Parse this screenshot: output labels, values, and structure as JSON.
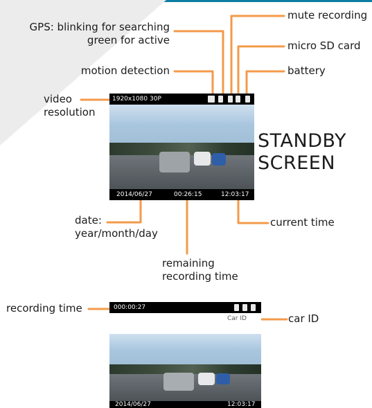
{
  "labels": {
    "gps_line1": "GPS: blinking for searching",
    "gps_line2": "green for active",
    "mute": "mute recording",
    "sd": "micro SD card",
    "motion": "motion detection",
    "battery": "battery",
    "video_res_line1": "video",
    "video_res_line2": "resolution",
    "standby_line1": "STANDBY",
    "standby_line2": "SCREEN",
    "date_line1": "date:",
    "date_line2": "year/month/day",
    "current_time": "current time",
    "remaining_line1": "remaining",
    "remaining_line2": "recording time",
    "recording_time": "recording time",
    "car_id": "car ID"
  },
  "standby_screen": {
    "resolution": "1920x1080 30P",
    "date": "2014/06/27",
    "remaining": "00:26:15",
    "time": "12:03:17",
    "icons": [
      "motion-icon",
      "gps-icon",
      "mute-icon",
      "sd-card-icon",
      "battery-icon"
    ]
  },
  "recording_screen": {
    "elapsed": "000:00:27",
    "car_id": "Car ID",
    "date": "2014/06/27",
    "time": "12:03:17",
    "icons": [
      "mute-icon",
      "sd-card-icon",
      "battery-icon"
    ]
  },
  "colors": {
    "leader": "#f39a4a",
    "accent_bar": "#0d7ea3",
    "screen_frame": "#000000"
  }
}
